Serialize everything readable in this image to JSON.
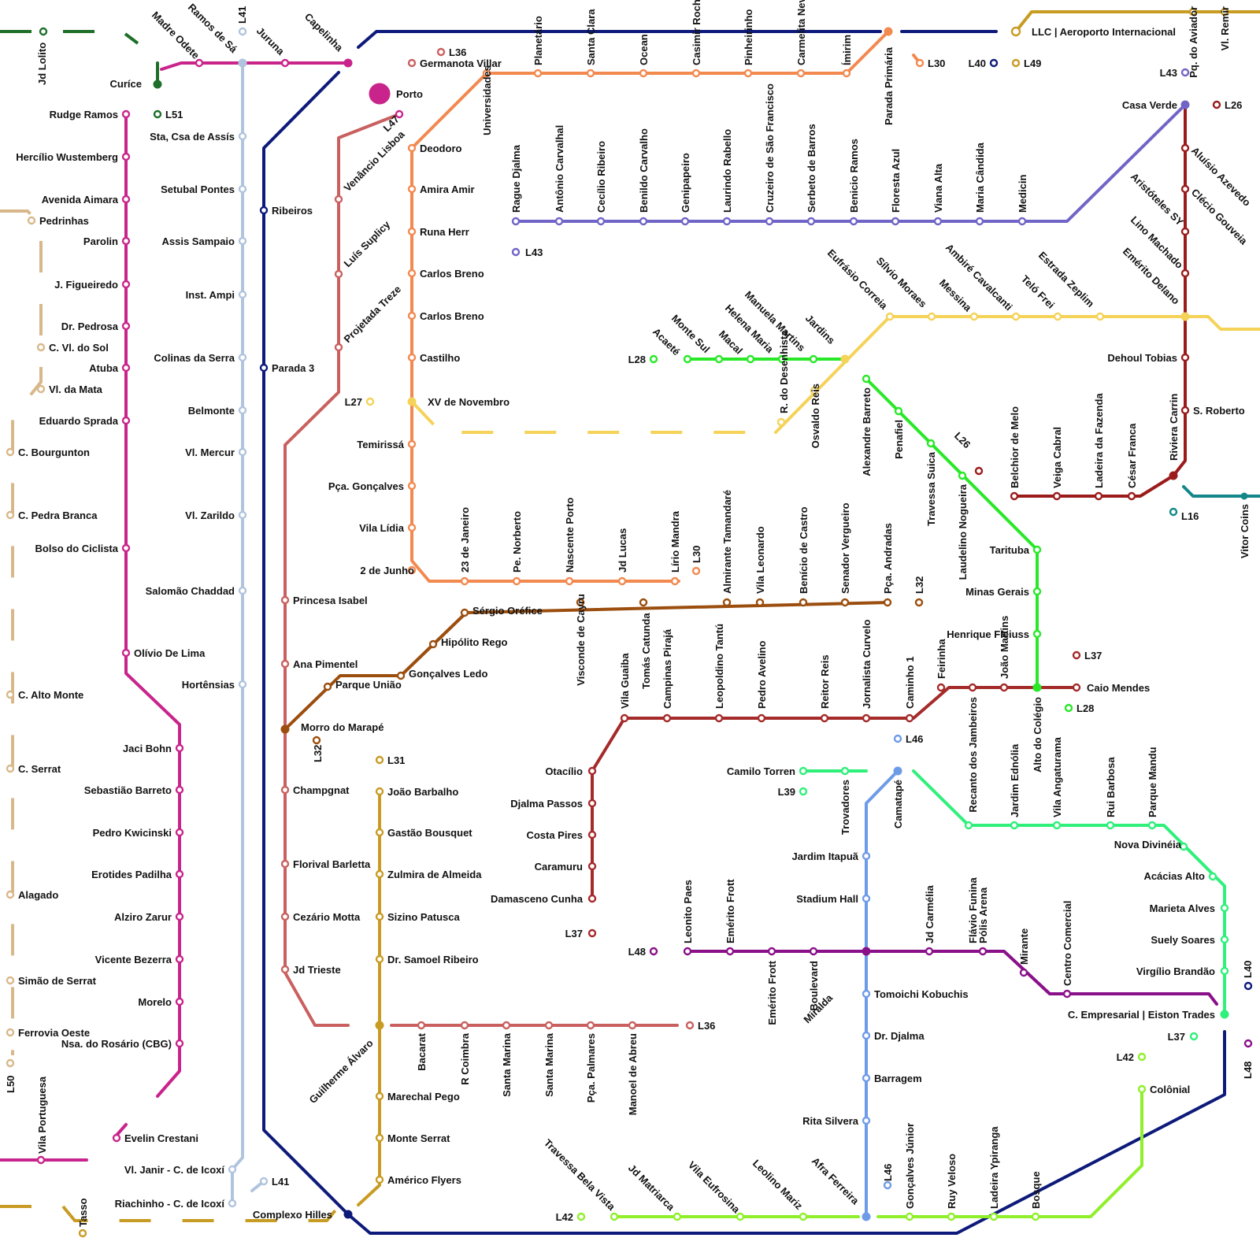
{
  "colors": {
    "magenta": "#c9248c",
    "lightblue": "#b0c4de",
    "navy": "#0d1a7a",
    "rose": "#c9605f",
    "orange": "#f2894f",
    "purple": "#7065c6",
    "darkred": "#9b1b1b",
    "yellow": "#f5d258",
    "green": "#28e828",
    "brown": "#9b4e0e",
    "crimson": "#a52a2a",
    "mint": "#2ef07a",
    "cornflower": "#6e9be8",
    "violet": "#8a108a",
    "lime": "#8ff02a",
    "gold": "#c89b23",
    "tan": "#d8b88a",
    "forest": "#1e6f2a",
    "teal": "#13878a"
  },
  "labels": {
    "madre_odete": "Madre Odete",
    "ramos_de_sa": "Ramos de Sá",
    "juruna": "Juruna",
    "capelinha": "Capelinha",
    "jd_lolito": "Jd Lolito",
    "curice": "Curíce",
    "rudge": "Rudge Ramos",
    "hercilio": "Hercílio Wustemberg",
    "aimara": "Avenida Aimara",
    "parolin": "Parolin",
    "figueiredo": "J. Figueiredo",
    "pedrosa": "Dr. Pedrosa",
    "atuba": "Atuba",
    "sprada": "Eduardo Sprada",
    "olivio": "Olívio De Lima",
    "jaci": "Jaci Bohn",
    "sebastiao": "Sebastião Barreto",
    "pedro_k": "Pedro Kwicinski",
    "erotides": "Erotides Padilha",
    "alziro": "Alziro Zarur",
    "vicente": "Vicente Bezerra",
    "morelo": "Morelo",
    "nsa": "Nsa. do Rosário (CBG)",
    "evelin": "Evelin Crestani",
    "vila_portuguesa": "Vila Portuguesa",
    "pedrinhas": "Pedrinhas",
    "vl_sol": "C. Vl. do Sol",
    "vl_mata": "Vl. da Mata",
    "bourgunton": "C. Bourgunton",
    "pedra_branca": "C. Pedra Branca",
    "bolso": "Bolso do Ciclista",
    "alto_monte": "C. Alto Monte",
    "c_serrat": "C. Serrat",
    "alagado": "Alagado",
    "simao": "Simão de Serrat",
    "ferrovia": "Ferrovia Oeste",
    "tasso": "Tasso",
    "sta_csa": "Sta, Csa de Assís",
    "setubal": "Setubal Pontes",
    "assis_sampaio": "Assis Sampaio",
    "inst_ampi": "Inst. Ampi",
    "colinas": "Colinas da Serra",
    "belmonte": "Belmonte",
    "vl_mercur": "Vl. Mercur",
    "vl_zarildo": "Vl. Zarildo",
    "salomao": "Salomão Chaddad",
    "hortensias": "Hortênsias",
    "vl_janir": "Vl. Janir - C. de Icoxí",
    "riachinho": "Riachinho - C. de Icoxí",
    "ribeiros": "Ribeiros",
    "parada3": "Parada 3",
    "complexo": "Complexo Hilles",
    "porto": "Porto",
    "germanota": "Germanota Villar",
    "venancio": "Venâncio Lisboa",
    "luis_suplicy": "Luís Suplicy",
    "projetada": "Projetada Treze",
    "princesa": "Princesa Isabel",
    "ana_pimentel": "Ana Pimentel",
    "morro": "Morro do Marapé",
    "champgnat": "Champgnat",
    "florival": "Florival Barletta",
    "cezario": "Cezário Motta",
    "jd_trieste": "Jd Trieste",
    "guilherme": "Guilherme Álvaro",
    "bacarat": "Bacarat",
    "r_coimbra": "R Coimbra",
    "santa_marina1": "Santa Marina",
    "santa_marina2": "Santa Marina",
    "pca_palmares": "Pça. Palmares",
    "manoel": "Manoel de Abreu",
    "deodoro": "Deodoro",
    "amira": "Amira Amir",
    "runa": "Runa Herr",
    "carlos1": "Carlos Breno",
    "carlos2": "Carlos Breno",
    "castilho": "Castilho",
    "xv": "XV de Novembro",
    "temirissa": "Temirissá",
    "goncalves": "Pça. Gonçalves",
    "vila_lidia": "Vila Lídia",
    "dois_junho": "2 de Junho",
    "j23": "23 de Janeiro",
    "norberto": "Pe.  Norberto",
    "nascente": "Nascente Porto",
    "jd_lucas": "Jd Lucas",
    "lirio": "Lírio Mandra",
    "universidades": "Universidades",
    "planetario": "Planetário",
    "santa_clara": "Santa Clara",
    "ocean": "Ocean",
    "casimir": "Casimir Rocha",
    "pinheirinho": "Pinheirinho",
    "carmelita": "Carmelita Neves",
    "imirim": "Ímirim",
    "parada_primaria": "Parada Primária",
    "llc": "LLC | Aeroporto Internacional",
    "pq_aviador": "Pq. do Aviador",
    "vl_remir": "Vl. Remir",
    "casa_verde": "Casa Verde",
    "rague": "Rague Djalma",
    "antonio": "Antônio Carvalhal",
    "cecilio": "Cecílio Ribeiro",
    "benildo": "Benildo Carvalho",
    "genipapeiro": "Genipapeiro",
    "laurindo": "Laurindo Rabello",
    "cruzeiro": "Cruzeiro de São Francisco",
    "serbeto": "Serbeto de Barros",
    "benicio_ramos": "Benicio Ramos",
    "floresta": "Floresta Azul",
    "viana": "Viana Alta",
    "maria_candida": "Maria Cândida",
    "medicin": "Medicin",
    "aluisio": "Aluísio Azevedo",
    "clecio": "Clécio Gouveia",
    "aristoteles": "Aristóteles SY",
    "lino": "Lino Machado",
    "emerito_delano": "Emérito Delano",
    "dehoul": "Dehoul Tobias",
    "s_roberto": "S. Roberto",
    "riviera": "Riviera Carrin",
    "belchior": "Belchior de Melo",
    "veiga": "Veiga Cabral",
    "ladeira_fazenda": "Ladeira da Fazenda",
    "cesar_franca": "César Franca",
    "vitor_coins": "Vitor Coins",
    "eufrasio": "Eufrásio Correia",
    "silvio": "Sílvio Moraes",
    "messina": "Messina",
    "ambire": "Ambiré Cavalcanti",
    "telo": "Teló Frei",
    "estrada": "Estrada Zeplim",
    "r_desenhista": "R. do Desenhista",
    "osvaldo": "Osvaldo Reis",
    "acaete": "Acaeté",
    "monte_sul": "Monte Sul",
    "macal": "Macal",
    "helena": "Helena Maria",
    "manuela": "Manuela Martins",
    "jardins": "Jardins",
    "alexandre": "Alexandre Barreto",
    "penafiel": "Penafiel",
    "travessa_suica": "Travessa Suica",
    "laudelino": "Laudelino Nogueira",
    "tarituba": "Tarituba",
    "minas": "Minas Gerais",
    "henrique": "Henrique Fleiuss",
    "alto_colegio": "Alto do Colégio",
    "caio": "Caio Mendes",
    "sergio": "Sérgio Oréfice",
    "hipolito": "Hipólito Rego",
    "goncalves_ledo": "Gonçalves Ledo",
    "parque_uniao": "Parque União",
    "visconde": "Visconde de Cayru",
    "almirante": "Almirante Tamandaré",
    "vila_leonardo": "Vila Leonardo",
    "benicio_castro": "Benício de Castro",
    "senador": "Senador Vergueiro",
    "pca_andradas": "Pça. Andradas",
    "vila_guaiba": "Vila Guaiba",
    "tomas": "Tomás Catunda",
    "campinas": "Campinas Pirajá",
    "leopoldino": "Leopoldino Tantú",
    "pedro_avelino": "Pedro Avelino",
    "reitor": "Reitor Reis",
    "jornalista": "Jornalista Curvelo",
    "caminho": "Caminho 1",
    "feirinha": "Feirinha",
    "recanto": "Recanto dos Jambeiros",
    "joao_martins": "João Martins",
    "otacilio": "Otacílio",
    "djalma_passos": "Djalma Passos",
    "costa_pires": "Costa Pires",
    "caramuru": "Caramuru",
    "damasceno": "Damasceno Cunha",
    "camilo": "Camilo Torren",
    "trovadores": "Trovadores",
    "camatape": "Camatapé",
    "jardim_ednolia": "Jardim Ednólia",
    "vila_angaturama": "Vila Angaturama",
    "rui": "Rui Barbosa",
    "parque_mandu": "Parque Mandu",
    "nova_divineia": "Nova Divinéia",
    "acacias": "Acácias Alto",
    "marieta": "Marieta Alves",
    "suely": "Suely Soares",
    "virgilio": "Virgílio Brandão",
    "empresarial": "C. Empresarial | Eiston Trades",
    "flavio": "Flávio Funina",
    "jardim_itapua": "Jardim Itapuã",
    "stadium": "Stadium Hall",
    "tomoichi": "Tomoichi Kobuchis",
    "dr_djalma": "Dr. Djalma",
    "barragem": "Barragem",
    "rita": "Rita Silvera",
    "leonito": "Leonito Paes",
    "emerito_frott1": "Emérito Frott",
    "emerito_frott2": "Emérito Frott",
    "boulevard": "Boulevard",
    "miralda": "Miralda",
    "jd_carmelia": "Jd Carmélia",
    "polis": "Pólis Arena",
    "mirante": "Mirante",
    "centro_comercial": "Centro Comercial",
    "joao_barbalho": "João Barbalho",
    "gastao": "Gastão Bousquet",
    "zulmira": "Zulmira de Almeida",
    "sizino": "Sizino Patusca",
    "samoel": "Dr. Samoel Ribeiro",
    "marechal": "Marechal Pego",
    "monte_serrat": "Monte Serrat",
    "americo": "Américo Flyers",
    "travessa_bela": "Travessa Bela Vista",
    "jd_matriarca": "Jd Matriarca",
    "vila_eufrosina": "Vila Eufrosina",
    "leolino": "Leolino Mariz",
    "afra": "Afra Ferreira",
    "goncalves_junior": "Gonçalves Júnior",
    "ruy_veloso": "Ruy Veloso",
    "ladeira_ypiranga": "Ladeira Ypiranga",
    "bosque": "Bosque",
    "colonial": "Colônial"
  },
  "line_tags": {
    "L41a": "L41",
    "L41b": "L41",
    "L51": "L51",
    "L36a": "L36",
    "L36b": "L36",
    "L47": "L47",
    "L30a": "L30",
    "L30b": "L30",
    "L40a": "L40",
    "L40b": "L40",
    "L49": "L49",
    "L43a": "L43",
    "L43b": "L43",
    "L26a": "L26",
    "L26b": "L26",
    "L27": "L27",
    "L28a": "L28",
    "L28b": "L28",
    "L32a": "L32",
    "L32b": "L32",
    "L31": "L31",
    "L37a": "L37",
    "L37b": "L37",
    "L37c": "L37",
    "L46a": "L46",
    "L46b": "L46",
    "L39": "L39",
    "L48a": "L48",
    "L48b": "L48",
    "L42a": "L42",
    "L42b": "L42",
    "L16": "L16",
    "L50": "L50"
  }
}
